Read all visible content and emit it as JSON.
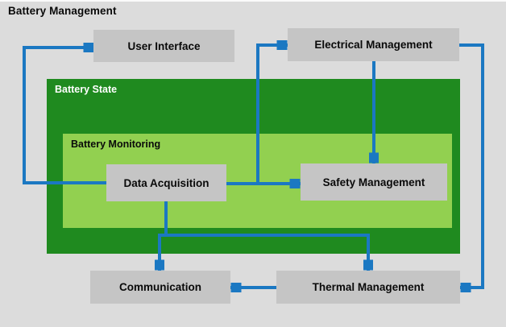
{
  "title": "Battery Management",
  "groups": {
    "battery_state": {
      "label": "Battery State"
    },
    "battery_monitoring": {
      "label": "Battery Monitoring"
    }
  },
  "nodes": {
    "user_interface": {
      "label": "User Interface"
    },
    "electrical_management": {
      "label": "Electrical Management"
    },
    "data_acquisition": {
      "label": "Data Acquisition"
    },
    "safety_management": {
      "label": "Safety Management"
    },
    "communication": {
      "label": "Communication"
    },
    "thermal_management": {
      "label": "Thermal Management"
    }
  },
  "edges": [
    {
      "from": "data_acquisition",
      "to": "user_interface"
    },
    {
      "from": "data_acquisition",
      "to": "electrical_management"
    },
    {
      "from": "data_acquisition",
      "to": "safety_management"
    },
    {
      "from": "electrical_management",
      "to": "safety_management"
    },
    {
      "from": "electrical_management",
      "to": "thermal_management"
    },
    {
      "from": "data_acquisition",
      "to": "communication"
    },
    {
      "from": "data_acquisition",
      "to": "thermal_management"
    },
    {
      "from": "thermal_management",
      "to": "communication"
    }
  ],
  "colors": {
    "background": "#dcdcdc",
    "node_fill": "#c5c5c5",
    "outer_group_fill": "#1f8a1f",
    "inner_group_fill": "#92d050",
    "arrow": "#1b78c2",
    "outer_group_label_text": "#ffffff",
    "inner_group_label_text": "#0a0a0a"
  }
}
